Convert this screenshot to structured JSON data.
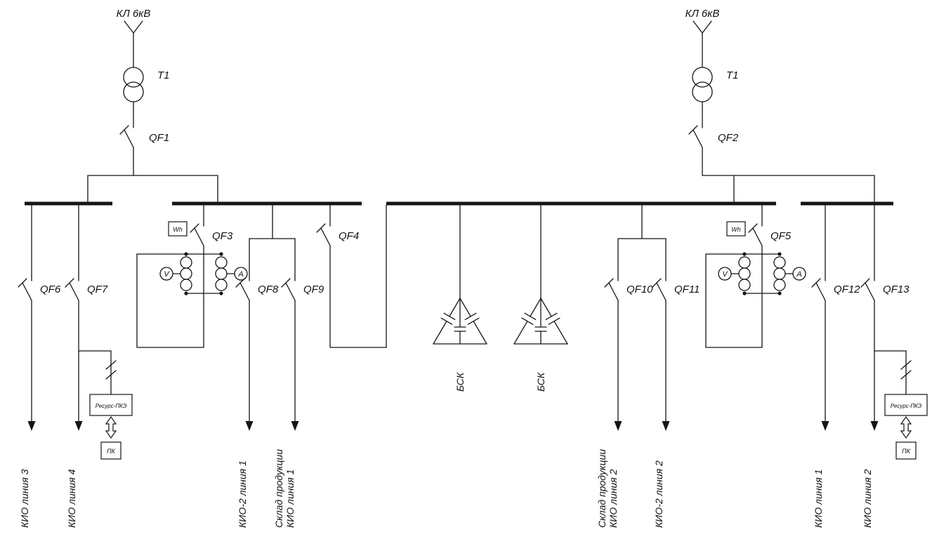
{
  "diagram": {
    "incomers": [
      {
        "cable": "КЛ 6кВ",
        "transformer": "T1",
        "breaker": "QF1"
      },
      {
        "cable": "КЛ 6кВ",
        "transformer": "T1",
        "breaker": "QF2"
      }
    ],
    "metering_bays": [
      {
        "breaker": "QF3",
        "energy_meter": "Wh",
        "voltmeter": "V",
        "ammeter": "A"
      },
      {
        "breaker": "QF5",
        "energy_meter": "Wh",
        "voltmeter": "V",
        "ammeter": "A"
      }
    ],
    "tie_breaker": "QF4",
    "capacitor_banks": [
      {
        "label": "БСК"
      },
      {
        "label": "БСК"
      }
    ],
    "feeders": [
      {
        "breaker": "QF6",
        "line1": "КИО линия 3"
      },
      {
        "breaker": "QF7",
        "line1": "КИО линия 4"
      },
      {
        "breaker": "QF8",
        "line1": "КИО-2 линия 1"
      },
      {
        "breaker": "QF9",
        "line1": "Склад продукции",
        "line2": "КИО линия 1"
      },
      {
        "breaker": "QF10",
        "line1": "Склад продукции",
        "line2": "КИО линия 2"
      },
      {
        "breaker": "QF11",
        "line1": "КИО-2 линия 2"
      },
      {
        "breaker": "QF12",
        "line1": "КИО линия 1"
      },
      {
        "breaker": "QF13",
        "line1": "КИО линия 2"
      }
    ],
    "power_quality": [
      {
        "analyzer": "Ресурс-ПКЭ",
        "pc": "ПК"
      },
      {
        "analyzer": "Ресурс-ПКЭ",
        "pc": "ПК"
      }
    ]
  }
}
